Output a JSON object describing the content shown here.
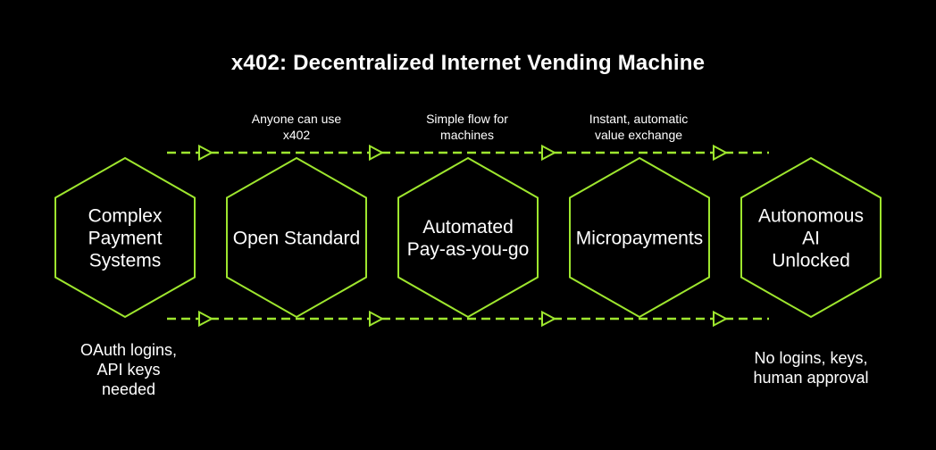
{
  "theme": {
    "accent": "#9ee62e",
    "bg": "#000000",
    "text": "#ffffff"
  },
  "title": "x402: Decentralized Internet Vending Machine",
  "stages": [
    {
      "label": "Complex\nPayment\nSystems"
    },
    {
      "label": "Open Standard"
    },
    {
      "label": "Automated\nPay-as-you-go"
    },
    {
      "label": "Micropayments"
    },
    {
      "label": "Autonomous AI\nUnlocked"
    }
  ],
  "transitions": [
    {
      "label": "Anyone can use\nx402"
    },
    {
      "label": "Simple flow for\nmachines"
    },
    {
      "label": "Instant, automatic\nvalue exchange"
    }
  ],
  "notes": {
    "start": "OAuth logins,\nAPI keys\nneeded",
    "end": "No logins, keys,\nhuman approval"
  }
}
